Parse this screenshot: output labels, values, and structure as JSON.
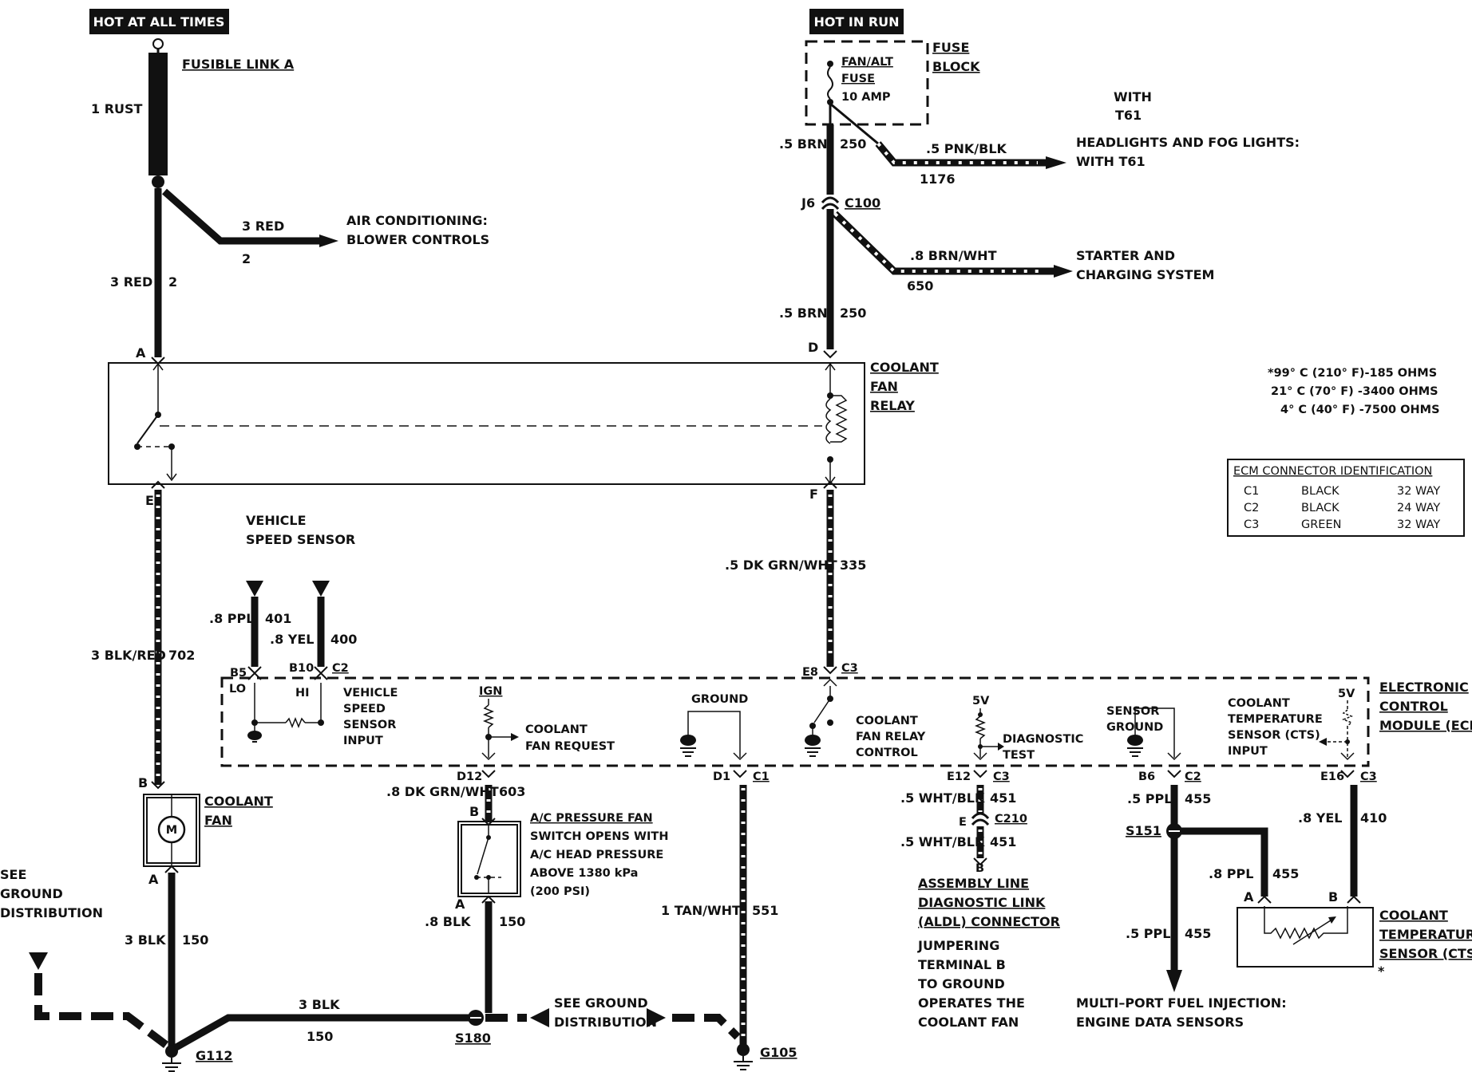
{
  "sources": {
    "hot_at_all_times": "HOT AT ALL TIMES",
    "hot_in_run": "HOT IN RUN"
  },
  "fusible_link": {
    "label": "FUSIBLE LINK A",
    "wire": "1 RUST"
  },
  "fuse_block": {
    "label_1": "FUSE",
    "label_2": "BLOCK",
    "fuse_1": "FAN/ALT",
    "fuse_2": "FUSE",
    "fuse_3": "10 AMP"
  },
  "with_t61": {
    "line1": "WITH",
    "line2": "T61"
  },
  "wires": {
    "red_branch": {
      "gauge": "3 RED",
      "circuit": "2"
    },
    "red_main": {
      "gauge": "3 RED",
      "circuit": "2"
    },
    "brn_top": {
      "gauge": ".5 BRN",
      "circuit": "250"
    },
    "pnk_blk": {
      "gauge": ".5 PNK/BLK",
      "circuit": "1176"
    },
    "brn_wht": {
      "gauge": ".8 BRN/WHT",
      "circuit": "650"
    },
    "brn_mid": {
      "gauge": ".5 BRN",
      "circuit": "250"
    },
    "blk_red": {
      "gauge": "3 BLK/RED",
      "circuit": "702"
    },
    "dk_grn_wht_335": {
      "gauge": ".5 DK GRN/WHT",
      "circuit": "335"
    },
    "ppl_401": {
      "gauge": ".8 PPL",
      "circuit": "401"
    },
    "yel_400": {
      "gauge": ".8 YEL",
      "circuit": "400"
    },
    "dk_grn_wht_603": {
      "gauge": ".8 DK GRN/WHT",
      "circuit": "603"
    },
    "wht_blk_1": {
      "gauge": ".5 WHT/BLK",
      "circuit": "451"
    },
    "wht_blk_2": {
      "gauge": ".5 WHT/BLK",
      "circuit": "451"
    },
    "ppl_455_1": {
      "gauge": ".5 PPL",
      "circuit": "455"
    },
    "yel_410": {
      "gauge": ".8 YEL",
      "circuit": "410"
    },
    "ppl_455_2": {
      "gauge": ".8 PPL",
      "circuit": "455"
    },
    "ppl_455_3": {
      "gauge": ".5 PPL",
      "circuit": "455"
    },
    "blk_150_fan": {
      "gauge": "3 BLK",
      "circuit": "150"
    },
    "blk_150_sw": {
      "gauge": ".8 BLK",
      "circuit": "150"
    },
    "tan_wht": {
      "gauge": "1 TAN/WHT",
      "circuit": "551"
    },
    "blk_150_gnd": {
      "gauge": "3 BLK",
      "circuit": "150"
    }
  },
  "destinations": {
    "air_conditioning": {
      "line1": "AIR CONDITIONING:",
      "line2": "BLOWER CONTROLS"
    },
    "headlights": {
      "line1": "HEADLIGHTS AND FOG LIGHTS:",
      "line2": "WITH T61"
    },
    "starter": {
      "line1": "STARTER AND",
      "line2": "CHARGING SYSTEM"
    },
    "mpfi": {
      "line1": "MULTI–PORT  FUEL INJECTION:",
      "line2": "ENGINE DATA SENSORS"
    }
  },
  "connectors": {
    "j6": "J6",
    "c100": "C100",
    "relay_a": "A",
    "relay_d": "D",
    "relay_e": "E",
    "relay_f": "F",
    "b5": "B5",
    "b10": "B10",
    "c2_top": "C2",
    "e8": "E8",
    "c3_top": "C3",
    "d12": "D12",
    "d1": "D1",
    "c1": "C1",
    "e12": "E12",
    "c3_e12": "C3",
    "b6": "B6",
    "c2_b6": "C2",
    "e16": "E16",
    "c3_e16": "C3",
    "c210_e": "E",
    "c210": "C210",
    "c210_b": "B",
    "fan_b": "B",
    "fan_a": "A",
    "sw_b": "B",
    "sw_a": "A",
    "cts_a": "A",
    "cts_b": "B"
  },
  "relay": {
    "line1": "COOLANT",
    "line2": "FAN",
    "line3": "RELAY"
  },
  "resistance": {
    "line1": "*99° C (210° F)-185 OHMS",
    "line2": "21° C (70° F)  -3400 OHMS",
    "line3": "4° C (40° F)  -7500 OHMS"
  },
  "ecm_table": {
    "title": "ECM CONNECTOR IDENTIFICATION",
    "rows": [
      [
        "C1",
        "BLACK",
        "32 WAY"
      ],
      [
        "C2",
        "BLACK",
        "24 WAY"
      ],
      [
        "C3",
        "GREEN",
        "32 WAY"
      ]
    ]
  },
  "vss": {
    "line1": "VEHICLE",
    "line2": "SPEED SENSOR"
  },
  "ecm": {
    "label1": "ELECTRONIC",
    "label2": "CONTROL",
    "label3": "MODULE (ECM)",
    "lo": "LO",
    "hi": "HI",
    "vss_1": "VEHICLE",
    "vss_2": "SPEED",
    "vss_3": "SENSOR",
    "vss_4": "INPUT",
    "ign": "IGN",
    "fan_req_1": "COOLANT",
    "fan_req_2": "FAN REQUEST",
    "ground": "GROUND",
    "relay_ctl_1": "COOLANT",
    "relay_ctl_2": "FAN RELAY",
    "relay_ctl_3": "CONTROL",
    "five_v_1": "5V",
    "diag_1": "DIAGNOSTIC",
    "diag_2": "TEST",
    "sensor_gnd_1": "SENSOR",
    "sensor_gnd_2": "GROUND",
    "cts_1": "COOLANT",
    "cts_2": "TEMPERATURE",
    "cts_3": "SENSOR (CTS)",
    "cts_4": "INPUT",
    "five_v_2": "5V"
  },
  "coolant_fan": {
    "line1": "COOLANT",
    "line2": "FAN",
    "motor": "M"
  },
  "ac_switch": {
    "line1": "A/C PRESSURE FAN",
    "line2": "SWITCH OPENS WITH",
    "line3": "A/C HEAD PRESSURE",
    "line4": "ABOVE 1380 kPa",
    "line5": "(200 PSI)"
  },
  "aldl": {
    "line1": "ASSEMBLY LINE",
    "line2": "DIAGNOSTIC LINK",
    "line3": "(ALDL) CONNECTOR",
    "note1": "JUMPERING",
    "note2": "TERMINAL B",
    "note3": "TO GROUND",
    "note4": "OPERATES THE",
    "note5": "COOLANT FAN"
  },
  "cts": {
    "line1": "COOLANT",
    "line2": "TEMPERATURE",
    "line3": "SENSOR (CTS)",
    "asterisk": "*"
  },
  "splices": {
    "s151": "S151",
    "s180": "S180"
  },
  "grounds": {
    "see_ground_left_1": "SEE",
    "see_ground_left_2": "GROUND",
    "see_ground_left_3": "DISTRIBUTION",
    "see_ground_mid_1": "SEE GROUND",
    "see_ground_mid_2": "DISTRIBUTION",
    "g112": "G112",
    "g105": "G105"
  }
}
